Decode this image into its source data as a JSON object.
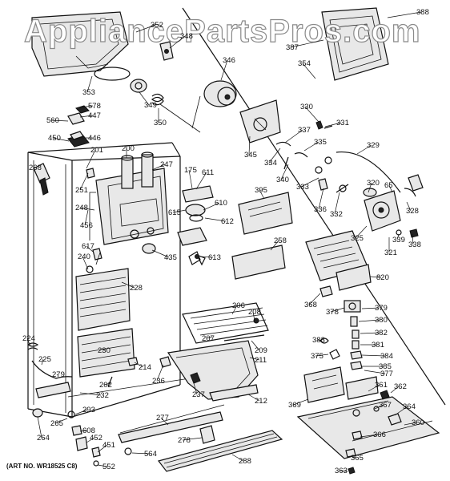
{
  "watermark": "AppliancePartsPros.com",
  "art_number": "(ART NO. WR18525 C8)",
  "parts": [
    "352",
    "348",
    "388",
    "387",
    "354",
    "346",
    "353",
    "349",
    "578",
    "447",
    "560",
    "446",
    "450",
    "350",
    "330",
    "331",
    "337",
    "335",
    "329",
    "268",
    "201",
    "200",
    "247",
    "251",
    "175",
    "611",
    "345",
    "334",
    "340",
    "333",
    "336",
    "332",
    "320",
    "65",
    "328",
    "615",
    "610",
    "612",
    "617",
    "613",
    "435",
    "240",
    "248",
    "456",
    "395",
    "258",
    "325",
    "339",
    "321",
    "338",
    "228",
    "820",
    "368",
    "206",
    "208",
    "378",
    "379",
    "380",
    "382",
    "381",
    "384",
    "385",
    "377",
    "207",
    "209",
    "211",
    "224",
    "225",
    "279",
    "230",
    "214",
    "383",
    "375",
    "236",
    "237",
    "212",
    "202",
    "232",
    "293",
    "265",
    "264",
    "608",
    "452",
    "451",
    "552",
    "277",
    "278",
    "564",
    "288",
    "369",
    "361",
    "362",
    "367",
    "364",
    "360",
    "366",
    "365",
    "363"
  ]
}
